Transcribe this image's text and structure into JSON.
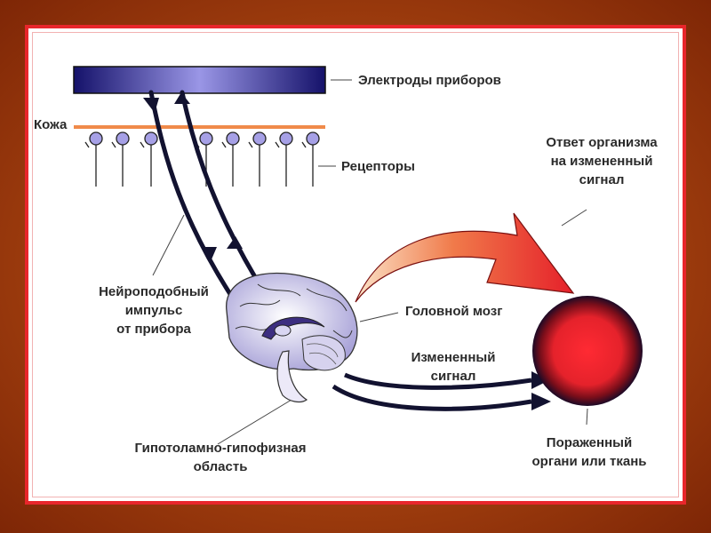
{
  "labels": {
    "electrodes": "Электроды приборов",
    "skin": "Кожа",
    "receptors": "Рецепторы",
    "response": [
      "Ответ организма",
      "на измененный",
      "сигнал"
    ],
    "impulse": [
      "Нейроподобный",
      "импульс",
      "от прибора"
    ],
    "brain": "Головной мозг",
    "altered_signal": [
      "Измененный",
      "сигнал"
    ],
    "hypothalamic": [
      "Гипотоламно-гипофизная",
      "область"
    ],
    "affected": [
      "Пораженный",
      "органи или ткань"
    ]
  },
  "colors": {
    "background": "#a3400f",
    "frame_border": "#e8262b",
    "electrode": "#1d1a6e",
    "skin": "#f08a4a",
    "receptor": "#8c86d6",
    "brain": "#b9b4e0",
    "response_arrow_start": "#f7c08a",
    "response_arrow_end": "#e8232c",
    "organ": "#e8232c"
  }
}
